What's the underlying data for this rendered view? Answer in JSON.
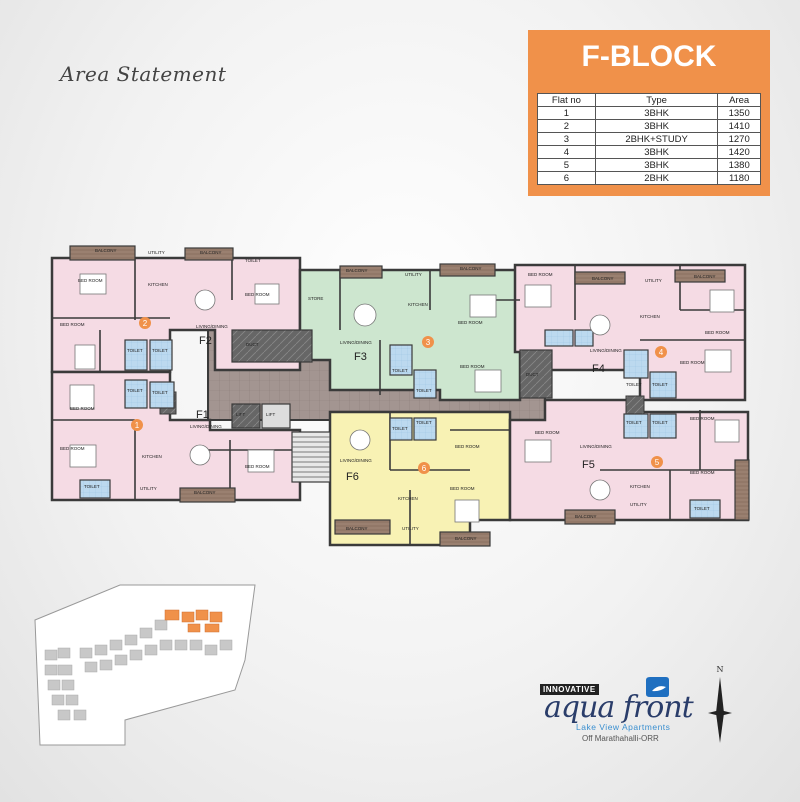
{
  "header": {
    "script_title": "Area Statement",
    "block_title": "F-BLOCK"
  },
  "area_table": {
    "columns": [
      "Flat no",
      "Type",
      "Area"
    ],
    "rows": [
      [
        "1",
        "3BHK",
        "1350"
      ],
      [
        "2",
        "3BHK",
        "1410"
      ],
      [
        "3",
        "2BHK+STUDY",
        "1270"
      ],
      [
        "4",
        "3BHK",
        "1420"
      ],
      [
        "5",
        "3BHK",
        "1380"
      ],
      [
        "6",
        "2BHK",
        "1180"
      ]
    ]
  },
  "flats": [
    {
      "id": "F1",
      "number": "1",
      "color": "#f5dbe4"
    },
    {
      "id": "F2",
      "number": "2",
      "color": "#f5dbe4"
    },
    {
      "id": "F3",
      "number": "3",
      "color": "#cde6cf"
    },
    {
      "id": "F4",
      "number": "4",
      "color": "#f5dbe4"
    },
    {
      "id": "F5",
      "number": "5",
      "color": "#f5dbe4"
    },
    {
      "id": "F6",
      "number": "6",
      "color": "#f8f2b4"
    }
  ],
  "room_labels": {
    "bed_room": "BED ROOM",
    "kitchen": "KITCHEN",
    "living_dining": "LIVING/DINING",
    "toilet": "TOILET",
    "balcony": "BALCONY",
    "utility": "UTILITY",
    "store": "STORE",
    "duct": "DUCT",
    "lift": "LIFT"
  },
  "brand": {
    "innovative": "INNOVATIVE",
    "name": "aqua front",
    "tagline": "Lake View Apartments",
    "location": "Off Marathahalli-ORR"
  },
  "compass": {
    "north_label": "N"
  },
  "colors": {
    "accent_orange": "#f0914a",
    "corridor": "#9b8c88",
    "wall": "#3a3a3a",
    "toilet_blue": "#bcd9ef",
    "balcony_brown": "#8a7060",
    "flat_number_marker": "#f0914a"
  }
}
